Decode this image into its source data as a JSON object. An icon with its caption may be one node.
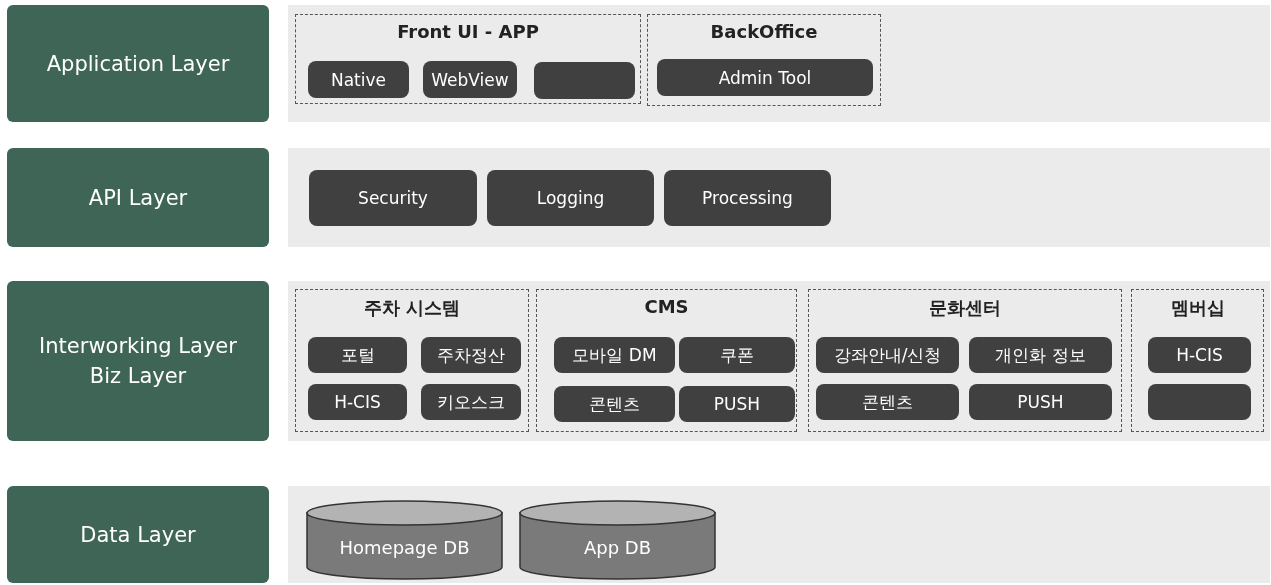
{
  "diagram": {
    "nodes": [
      {
        "text": [
          "Application Layer"
        ]
      },
      {
        "text": [],
        "shape": "box"
      },
      {
        "text": [
          "Front UI - APP"
        ],
        "in": 1
      },
      {
        "text": [
          "Native"
        ],
        "in": 2
      },
      {
        "text": [
          "WebView"
        ],
        "in": 2
      },
      {
        "text": [],
        "shape": "box",
        "in": 2
      },
      {
        "text": [
          "BackOffice"
        ],
        "in": 1
      },
      {
        "text": [
          "Admin Tool"
        ],
        "in": 6
      },
      {
        "text": [
          "API Layer"
        ]
      },
      {
        "text": [],
        "shape": "box"
      },
      {
        "text": [
          "Security"
        ],
        "in": 9
      },
      {
        "text": [
          "Logging"
        ],
        "in": 9
      },
      {
        "text": [
          "Processing"
        ],
        "in": 9
      },
      {
        "text": [
          "Interworking Layer Biz Layer"
        ]
      },
      {
        "text": [],
        "shape": "box"
      },
      {
        "text": [
          "주차 시스템"
        ],
        "in": 14
      },
      {
        "text": [
          "포털"
        ],
        "in": 15
      },
      {
        "text": [
          "주차정산"
        ],
        "in": 15
      },
      {
        "text": [
          "H-CIS"
        ],
        "in": 15
      },
      {
        "text": [
          "키오스크"
        ],
        "in": 15
      },
      {
        "text": [
          "CMS"
        ],
        "in": 14
      },
      {
        "text": [
          "모바일 DM"
        ],
        "in": 20
      },
      {
        "text": [
          "쿠폰"
        ],
        "in": 20
      },
      {
        "text": [
          "콘텐츠"
        ],
        "in": 20
      },
      {
        "text": [
          "PUSH"
        ],
        "in": 20
      },
      {
        "text": [
          "문화센터"
        ],
        "in": 14
      },
      {
        "text": [
          "강좌안내/신청"
        ],
        "in": 25
      },
      {
        "text": [
          "개인화 정보"
        ],
        "in": 25
      },
      {
        "text": [
          "콘텐츠"
        ],
        "in": 25
      },
      {
        "text": [
          "PUSH"
        ],
        "in": 25
      },
      {
        "text": [
          "멤버십"
        ],
        "in": 14
      },
      {
        "text": [
          "H-CIS"
        ],
        "in": 30
      },
      {
        "text": [],
        "shape": "box",
        "in": 30
      },
      {
        "text": [
          "Data Layer"
        ]
      },
      {
        "text": [],
        "shape": "box"
      },
      {
        "text": [
          "Homepage DB"
        ],
        "in": 34
      },
      {
        "text": [
          "App DB"
        ],
        "in": 34
      }
    ]
  }
}
